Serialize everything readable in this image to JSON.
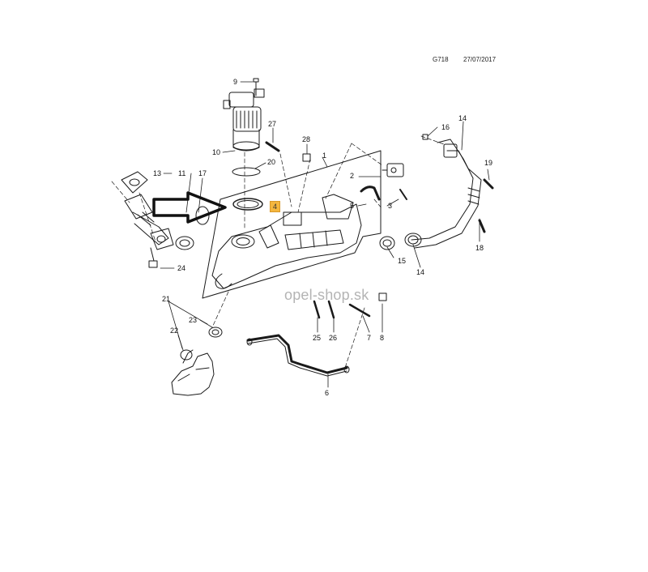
{
  "header": {
    "diagram_code": "G718",
    "date": "27/07/2017"
  },
  "watermark": "opel-shop.sk",
  "highlighted_part": "4",
  "colors": {
    "highlight": "#f4b63f",
    "line": "#1a1a1a",
    "watermark": "#b4b4b4"
  },
  "callouts": [
    {
      "id": "9",
      "label": "9"
    },
    {
      "id": "27",
      "label": "27"
    },
    {
      "id": "28",
      "label": "28"
    },
    {
      "id": "1",
      "label": "1"
    },
    {
      "id": "10",
      "label": "10"
    },
    {
      "id": "20",
      "label": "20"
    },
    {
      "id": "13",
      "label": "13"
    },
    {
      "id": "11",
      "label": "11"
    },
    {
      "id": "17",
      "label": "17"
    },
    {
      "id": "4",
      "label": "4"
    },
    {
      "id": "2",
      "label": "2"
    },
    {
      "id": "5",
      "label": "5"
    },
    {
      "id": "3",
      "label": "3"
    },
    {
      "id": "16",
      "label": "16"
    },
    {
      "id": "14a",
      "label": "14"
    },
    {
      "id": "19",
      "label": "19"
    },
    {
      "id": "18",
      "label": "18"
    },
    {
      "id": "15",
      "label": "15"
    },
    {
      "id": "14b",
      "label": "14"
    },
    {
      "id": "24",
      "label": "24"
    },
    {
      "id": "21",
      "label": "21"
    },
    {
      "id": "23",
      "label": "23"
    },
    {
      "id": "22",
      "label": "22"
    },
    {
      "id": "25",
      "label": "25"
    },
    {
      "id": "26",
      "label": "26"
    },
    {
      "id": "7",
      "label": "7"
    },
    {
      "id": "8",
      "label": "8"
    },
    {
      "id": "6",
      "label": "6"
    }
  ]
}
